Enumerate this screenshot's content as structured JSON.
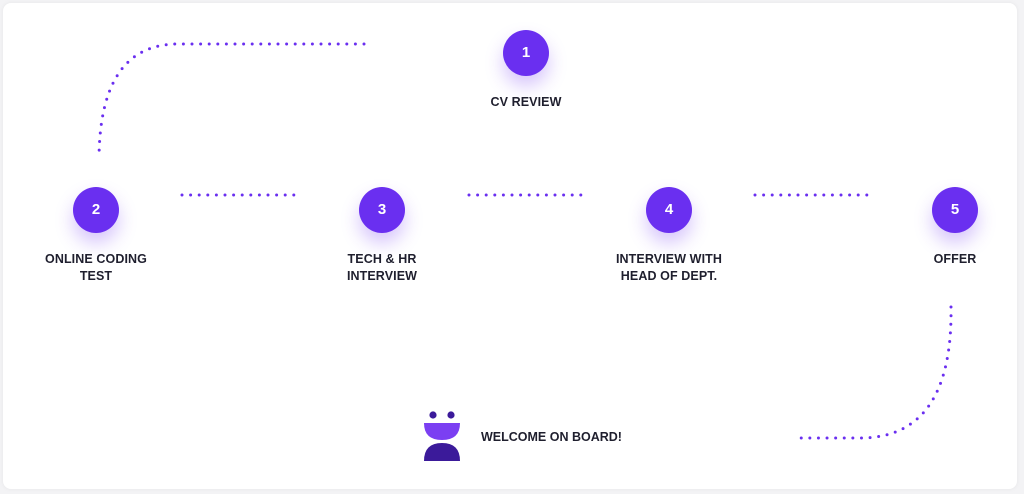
{
  "steps": [
    {
      "number": "1",
      "label_lines": [
        "CV REVIEW"
      ]
    },
    {
      "number": "2",
      "label_lines": [
        "ONLINE CODING",
        "TEST"
      ]
    },
    {
      "number": "3",
      "label_lines": [
        "TECH & HR",
        "INTERVIEW"
      ]
    },
    {
      "number": "4",
      "label_lines": [
        "INTERVIEW WITH",
        "HEAD OF DEPT."
      ]
    },
    {
      "number": "5",
      "label_lines": [
        "OFFER"
      ]
    }
  ],
  "welcome": {
    "text": "WELCOME ON BOARD!",
    "icon": "smiley-logo-icon"
  },
  "colors": {
    "accent": "#6a2ff0",
    "accent_light": "#7b3ff2",
    "accent_dark": "#3b1a9a",
    "text": "#1f1f2e",
    "card": "#ffffff",
    "background": "#f3f3f5"
  }
}
